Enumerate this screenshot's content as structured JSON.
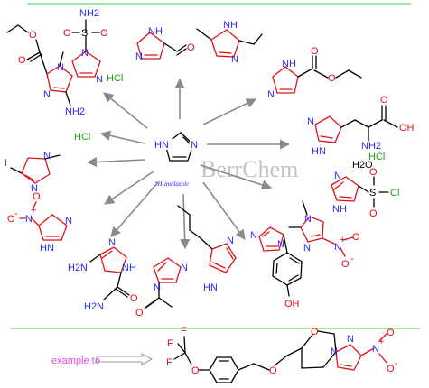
{
  "watermark": "BerrChem",
  "center_label": "1H-imidazole",
  "example_label": "example to",
  "labels": {
    "NH": "NH",
    "HN": "HN",
    "N": "N",
    "NH2": "NH2",
    "H2N": "H2N",
    "HCl": "HCl",
    "H2O": "H2O",
    "O": "O",
    "OH": "OH",
    "S": "S",
    "Cl": "Cl",
    "I": "I",
    "F": "F",
    "plus": "+",
    "minus": "-"
  },
  "colors": {
    "nitrogen": "#2a2aff",
    "oxygen": "#e0101a",
    "salt": "#1a9a1a",
    "arrow": "#8a8a8a",
    "rule": "#66dd66",
    "example": "#e04ae0"
  }
}
